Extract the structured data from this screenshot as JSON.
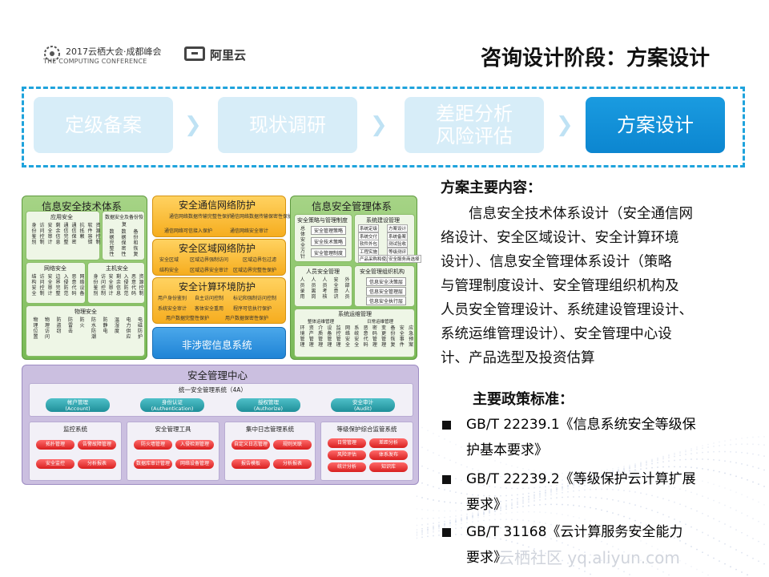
{
  "header": {
    "conf_line1": "2017云栖大会·成都峰会",
    "conf_line2": "THE COMPUTING CONFERENCE",
    "brand": "阿里云",
    "title": "咨询设计阶段：方案设计"
  },
  "process": {
    "steps": [
      {
        "label": "定级备案"
      },
      {
        "label": "现状调研"
      },
      {
        "label_line1": "差距分析",
        "label_line2": "风险评估"
      },
      {
        "label": "方案设计"
      }
    ],
    "arrow_glyph": "❯"
  },
  "content": {
    "heading": "方案主要内容：",
    "paragraph_lines": [
      "　　信息安全技术体系设计（安全通信网",
      "络设计、安全区域设计、安全计算环境",
      "设计）、信息安全管理体系设计（策略",
      "与管理制度设计、安全管理组织机构及",
      "人员安全管理设计、系统建设管理设计、",
      "系统运维管理设计）、安全管理中心设",
      "计、产品选型及投资估算"
    ],
    "policy_heading": "主要政策标准：",
    "standards": [
      {
        "line1": "GB/T 22239.1《信息系统安全等级保",
        "line2": "护基本要求》"
      },
      {
        "line1": "GB/T 22239.2《等级保护云计算扩展",
        "line2": "要求》"
      },
      {
        "line1": "GB/T 31168《云计算服务安全能力",
        "line2": "要求》"
      }
    ],
    "watermark": "云栖社区 yq.aliyun.com"
  },
  "diagram": {
    "tech": {
      "title": "信息安全技术体系",
      "app": {
        "title": "应用安全",
        "cols": [
          "身份鉴别",
          "访问控制",
          "安全审计",
          "剩余信息",
          "通信完整",
          "通信保密",
          "抗抵赖",
          "软件容错",
          "资源控制"
        ]
      },
      "backup": {
        "title": "数据安全及备份恢复",
        "cols": [
          "数据完整性",
          "数据保密性",
          "备份和恢复"
        ]
      },
      "net": {
        "title": "网络安全",
        "cols": [
          "结构安全",
          "访问控制",
          "安全审计",
          "边界完整",
          "入侵防范",
          "恶意代码",
          "网络设备"
        ]
      },
      "host": {
        "title": "主机安全",
        "cols": [
          "身份鉴别",
          "访问控制",
          "安全审计",
          "剩余信息",
          "入侵防范",
          "恶意代码",
          "资源控制"
        ]
      },
      "phys": {
        "title": "物理安全",
        "cols": [
          "物理位置",
          "物理访问",
          "防盗窃",
          "防雷击",
          "防火",
          "防水防潮",
          "防静电",
          "温湿度",
          "电力供应",
          "电磁防护"
        ]
      }
    },
    "comm": {
      "title": "安全通信网络防护",
      "items": [
        "通信网络数据传输完整性保护",
        "通信网络数据传输保密性保护",
        "通信网络可信接入保护",
        "通信网络安全审计"
      ]
    },
    "area": {
      "title": "安全区域网络防护",
      "items": [
        "安全区域",
        "区域边界强制访问",
        "区域边界包过滤",
        "结构安全",
        "区域边界安全审计",
        "区域边界完整性保护"
      ]
    },
    "calc": {
      "title": "安全计算环境防护",
      "items": [
        "用户身份鉴别",
        "自主访问控制",
        "标记和强制访问控制",
        "系统安全审计",
        "客体安全重用",
        "程序可信执行保护",
        "用户数据完整性保护",
        "用户数据保密性保护"
      ]
    },
    "nonsecret": "非涉密信息系统",
    "mgmt": {
      "title": "信息安全管理体系",
      "policy": {
        "title": "安全策略与管理制度",
        "items": [
          "总体安全方针",
          "安全管理策略",
          "安全技术策略",
          "安全管理制度"
        ]
      },
      "build": {
        "title": "系统建设管理",
        "items": [
          "系统定级",
          "方案设计",
          "系统交付",
          "系统备案",
          "软件外包",
          "测试验收",
          "工程实施",
          "等级测评",
          "产品采购和使用",
          "安全服务商选择"
        ]
      },
      "staff": {
        "title": "人员安全管理",
        "cols": [
          "人员录用",
          "人员离岗",
          "人员考核",
          "安全意识",
          "外部人员"
        ]
      },
      "org": {
        "title": "安全管理组织机构",
        "items": [
          "信息安全决策层",
          "信息安全管理层",
          "信息安全执行层"
        ]
      },
      "ops": {
        "title": "系统运维管理",
        "sub1": "整体运维管理",
        "sub2": "日常运维管理",
        "cols": [
          "环境管理",
          "资产管理",
          "介质管理",
          "设备管理",
          "监控管理",
          "网络安全",
          "系统安全",
          "恶意代码",
          "密码管理",
          "变更管理",
          "备份恢复",
          "安全事件",
          "应急预案"
        ]
      }
    },
    "center": {
      "title": "安全管理中心",
      "unified": "统一安全管理系统（4A）",
      "fourA": [
        {
          "zh": "帐户管理",
          "en": "(Account)"
        },
        {
          "zh": "身份认证",
          "en": "(Authentication)"
        },
        {
          "zh": "授权管理",
          "en": "(Authorize)"
        },
        {
          "zh": "安全审计",
          "en": "(Audit)"
        }
      ],
      "subsystems": [
        {
          "title": "监控系统",
          "pills": [
            "拓扑管理",
            "告警故障管理",
            "安全监控",
            "分析报表"
          ]
        },
        {
          "title": "安全管理工具",
          "pills": [
            "防火墙管理",
            "入侵检测管理",
            "数据库审计管理",
            "网络设备管理"
          ]
        },
        {
          "title": "集中日志管理系统",
          "pills": [
            "自定义日志管理",
            "规则关联",
            "报告模板",
            "分析报表"
          ]
        },
        {
          "title": "等级保护综合监管系统",
          "pills": [
            "日常管理",
            "差距分析",
            "风险评估",
            "体系发布",
            "统计分析",
            "知识库"
          ]
        }
      ]
    }
  },
  "colors": {
    "accent": "#1fa3dc",
    "step_idle": "#d7edf8",
    "step_active": "#0c86d0"
  }
}
